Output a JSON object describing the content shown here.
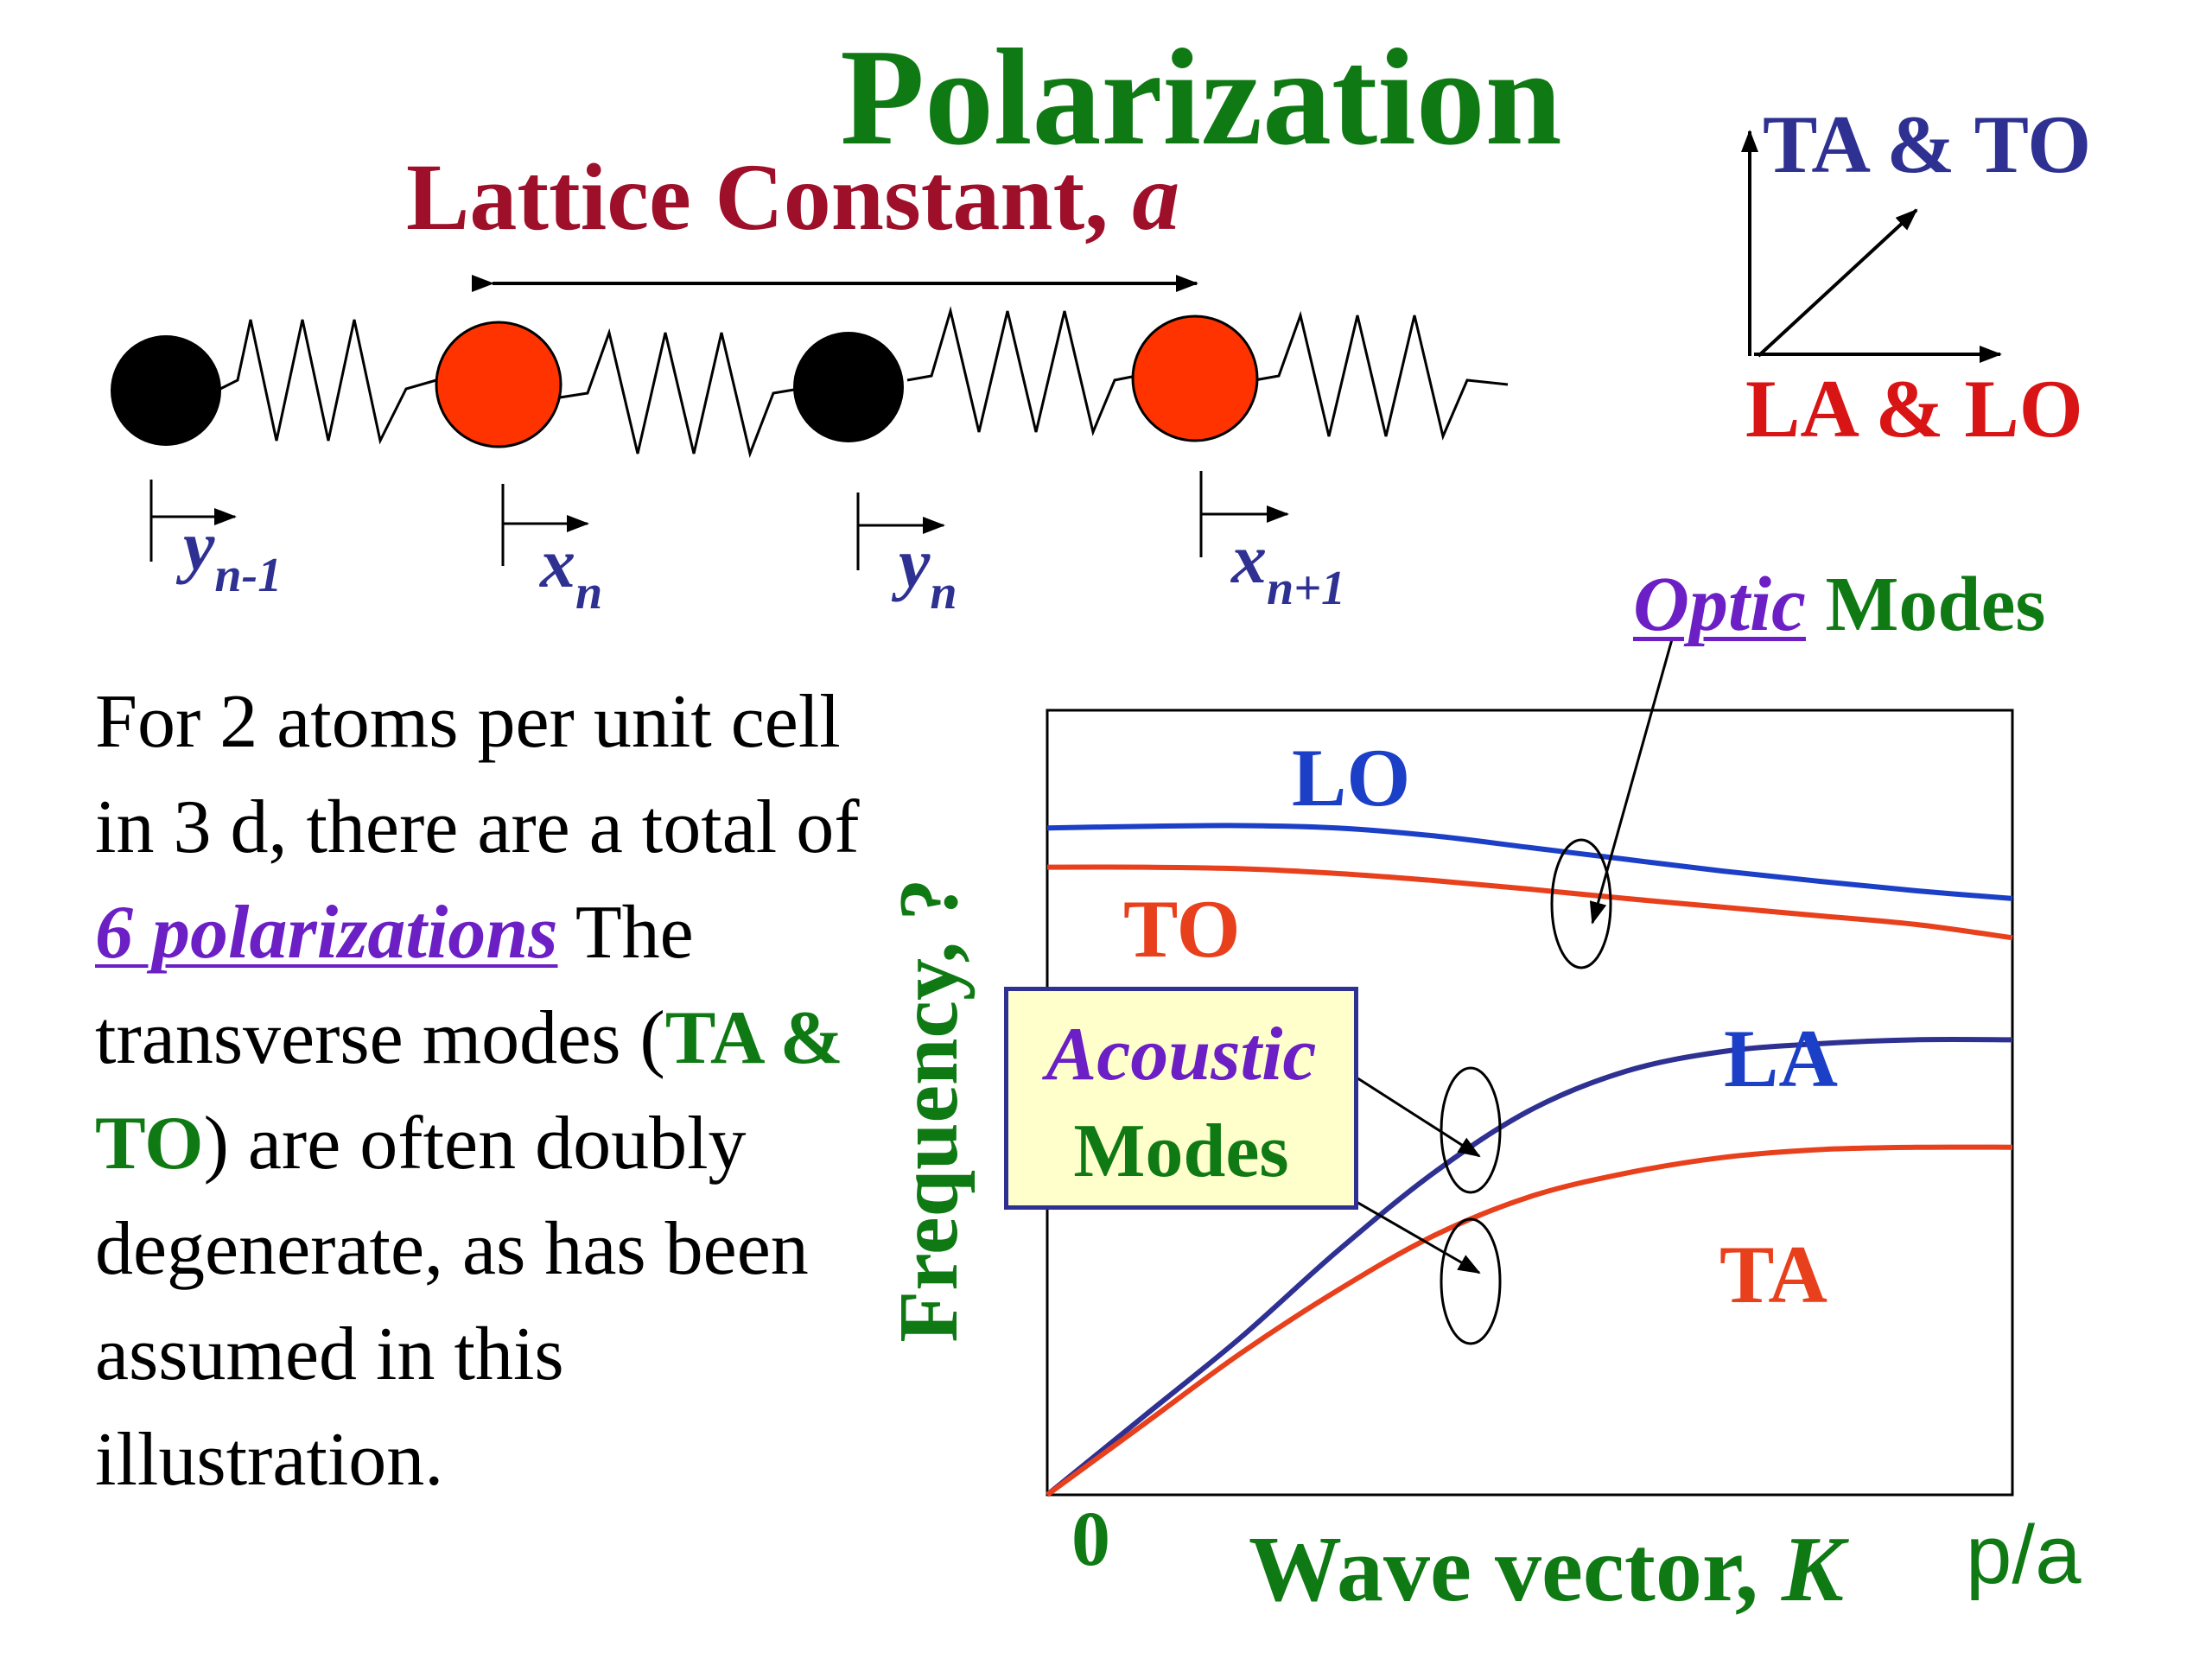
{
  "title": "Polarization",
  "lattice": {
    "label": "Lattice Constant, ",
    "symbol": "a"
  },
  "directions": {
    "transverse": "TA & TO",
    "longitudinal": "LA & LO"
  },
  "coordinates": [
    {
      "var": "y",
      "sub": "n-1"
    },
    {
      "var": "x",
      "sub": "n"
    },
    {
      "var": "y",
      "sub": "n"
    },
    {
      "var": "x",
      "sub": "n+1"
    }
  ],
  "paragraph": {
    "p1": "For 2 atoms per unit cell in 3 d, there are a total of ",
    "emph": "6 polarizations",
    "p2": " The transverse modes (",
    "green": "TA & TO",
    "p3": ") are often doubly degenerate, as has been assumed in this illustration."
  },
  "optic_label": {
    "optic": "Optic",
    "modes": " Modes"
  },
  "acoustic_label": {
    "line1": "Acoustic",
    "line2": "Modes"
  },
  "colors": {
    "title": "#0f7a14",
    "lattice": "#9e0f2a",
    "blue": "#1b3fc7",
    "red": "#e8401c",
    "purple": "#6b1fc4",
    "black_atom": "#000000",
    "red_atom": "#ff3300"
  },
  "chart_data": {
    "type": "line",
    "ylabel": "Frequency, ?",
    "xlabel": "Wave vector, ",
    "xlabel_symbol": "K",
    "x_ticks": [
      "0",
      "p/a"
    ],
    "x": [
      0,
      0.1,
      0.2,
      0.3,
      0.4,
      0.5,
      0.6,
      0.7,
      0.8,
      0.9,
      1.0
    ],
    "series": [
      {
        "name": "LO",
        "color": "#1b3fc7",
        "values": [
          0.85,
          0.852,
          0.853,
          0.85,
          0.84,
          0.825,
          0.81,
          0.795,
          0.782,
          0.77,
          0.76
        ]
      },
      {
        "name": "TO",
        "color": "#e8401c",
        "values": [
          0.8,
          0.8,
          0.798,
          0.792,
          0.783,
          0.772,
          0.76,
          0.749,
          0.738,
          0.727,
          0.71
        ]
      },
      {
        "name": "LA",
        "color": "#2e3192",
        "values": [
          0.0,
          0.1,
          0.2,
          0.31,
          0.41,
          0.49,
          0.54,
          0.565,
          0.575,
          0.58,
          0.58
        ]
      },
      {
        "name": "TA",
        "color": "#e8401c",
        "values": [
          0.0,
          0.09,
          0.18,
          0.26,
          0.33,
          0.38,
          0.41,
          0.43,
          0.44,
          0.443,
          0.443
        ]
      }
    ],
    "ylim": [
      0,
      1
    ],
    "xlim": [
      0,
      1
    ]
  }
}
